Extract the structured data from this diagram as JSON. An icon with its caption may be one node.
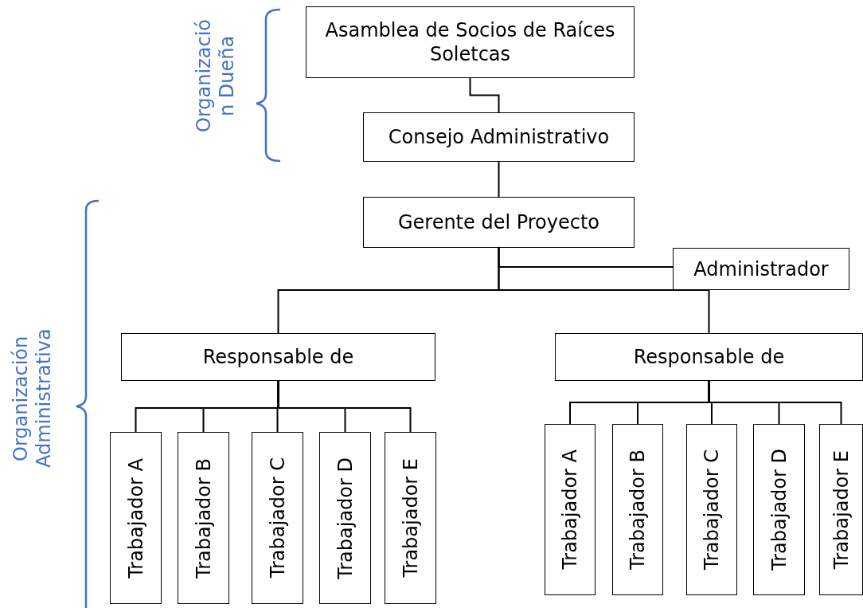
{
  "diagram": {
    "nodes": [
      {
        "text": [
          "Asamblea de Socios de Raíces Soletcas"
        ]
      },
      {
        "text": [
          "Consejo Administrativo"
        ]
      },
      {
        "text": [
          "Gerente del Proyecto"
        ]
      },
      {
        "text": [
          "Administrador"
        ]
      },
      {
        "text": [
          "Responsable de"
        ]
      },
      {
        "text": [
          "Responsable de"
        ]
      },
      {
        "text": [
          "Trabajador A"
        ]
      },
      {
        "text": [
          "Trabajador B"
        ]
      },
      {
        "text": [
          "Trabajador C"
        ]
      },
      {
        "text": [
          "Trabajador D"
        ]
      },
      {
        "text": [
          "Trabajador E"
        ]
      },
      {
        "text": [
          "Trabajador A"
        ]
      },
      {
        "text": [
          "Trabajador B"
        ]
      },
      {
        "text": [
          "Trabajador C"
        ]
      },
      {
        "text": [
          "Trabajador D"
        ]
      },
      {
        "text": [
          "Trabajador E"
        ]
      }
    ],
    "edges": [
      {
        "from": 0,
        "to": 1,
        "arrow": "none"
      },
      {
        "from": 1,
        "to": 2,
        "arrow": "none"
      },
      {
        "from": 2,
        "to": 3,
        "arrow": "none"
      },
      {
        "from": 2,
        "to": 4,
        "arrow": "none"
      },
      {
        "from": 2,
        "to": 5,
        "arrow": "none"
      },
      {
        "from": 4,
        "to": 6,
        "arrow": "none"
      },
      {
        "from": 4,
        "to": 7,
        "arrow": "none"
      },
      {
        "from": 4,
        "to": 8,
        "arrow": "none"
      },
      {
        "from": 4,
        "to": 9,
        "arrow": "none"
      },
      {
        "from": 4,
        "to": 10,
        "arrow": "none"
      },
      {
        "from": 5,
        "to": 11,
        "arrow": "none"
      },
      {
        "from": 5,
        "to": 12,
        "arrow": "none"
      },
      {
        "from": 5,
        "to": 13,
        "arrow": "none"
      },
      {
        "from": 5,
        "to": 14,
        "arrow": "none"
      },
      {
        "from": 5,
        "to": 15,
        "arrow": "none"
      }
    ],
    "labels": [
      "Organizació n Dueña",
      "Organización Administrativa"
    ]
  }
}
